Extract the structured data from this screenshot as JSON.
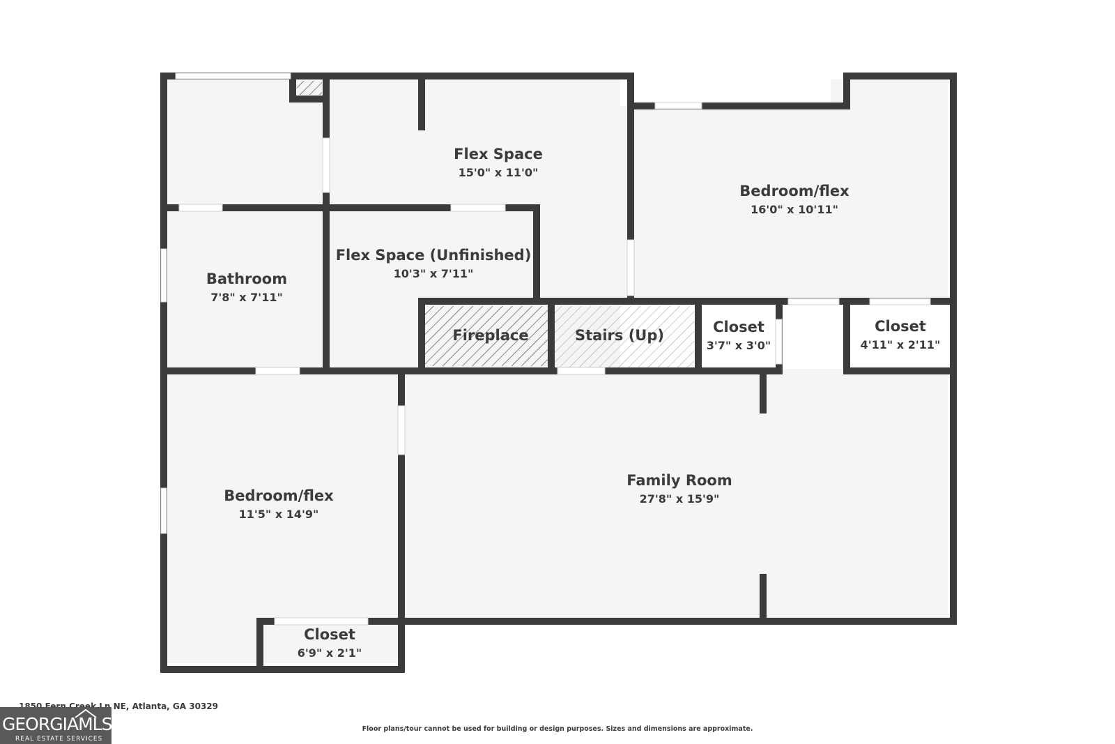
{
  "rooms": [
    {
      "id": "flex-space",
      "name": "Flex Space",
      "dims": "15'0\" x 11'0\""
    },
    {
      "id": "bedroom-flex-upper",
      "name": "Bedroom/flex",
      "dims": "16'0\" x 10'11\""
    },
    {
      "id": "bathroom",
      "name": "Bathroom",
      "dims": "7'8\" x 7'11\""
    },
    {
      "id": "flex-space-unfinished",
      "name": "Flex Space (Unfinished)",
      "dims": "10'3\" x 7'11\""
    },
    {
      "id": "fireplace",
      "name": "Fireplace",
      "dims": ""
    },
    {
      "id": "stairs",
      "name": "Stairs (Up)",
      "dims": ""
    },
    {
      "id": "closet-small",
      "name": "Closet",
      "dims": "3'7\" x 3'0\""
    },
    {
      "id": "closet-right",
      "name": "Closet",
      "dims": "4'11\" x 2'11\""
    },
    {
      "id": "bedroom-flex-lower",
      "name": "Bedroom/flex",
      "dims": "11'5\" x 14'9\""
    },
    {
      "id": "family-room",
      "name": "Family Room",
      "dims": "27'8\" x 15'9\""
    },
    {
      "id": "closet-bottom",
      "name": "Closet",
      "dims": "6'9\" x 2'1\""
    }
  ],
  "footer": {
    "address": "1850 Fern Creek Ln NE, Atlanta, GA 30329",
    "disclaimer": "Floor plans/tour cannot be used for building or design purposes. Sizes and dimensions are approximate.",
    "logo_main": "GEORGIAMLS",
    "logo_sub": "REAL ESTATE SERVICES"
  },
  "colors": {
    "wall": "#3b3b3b",
    "floor": "#f5f5f5",
    "text": "#3b3b3b",
    "logo_bg": "#58595b"
  }
}
